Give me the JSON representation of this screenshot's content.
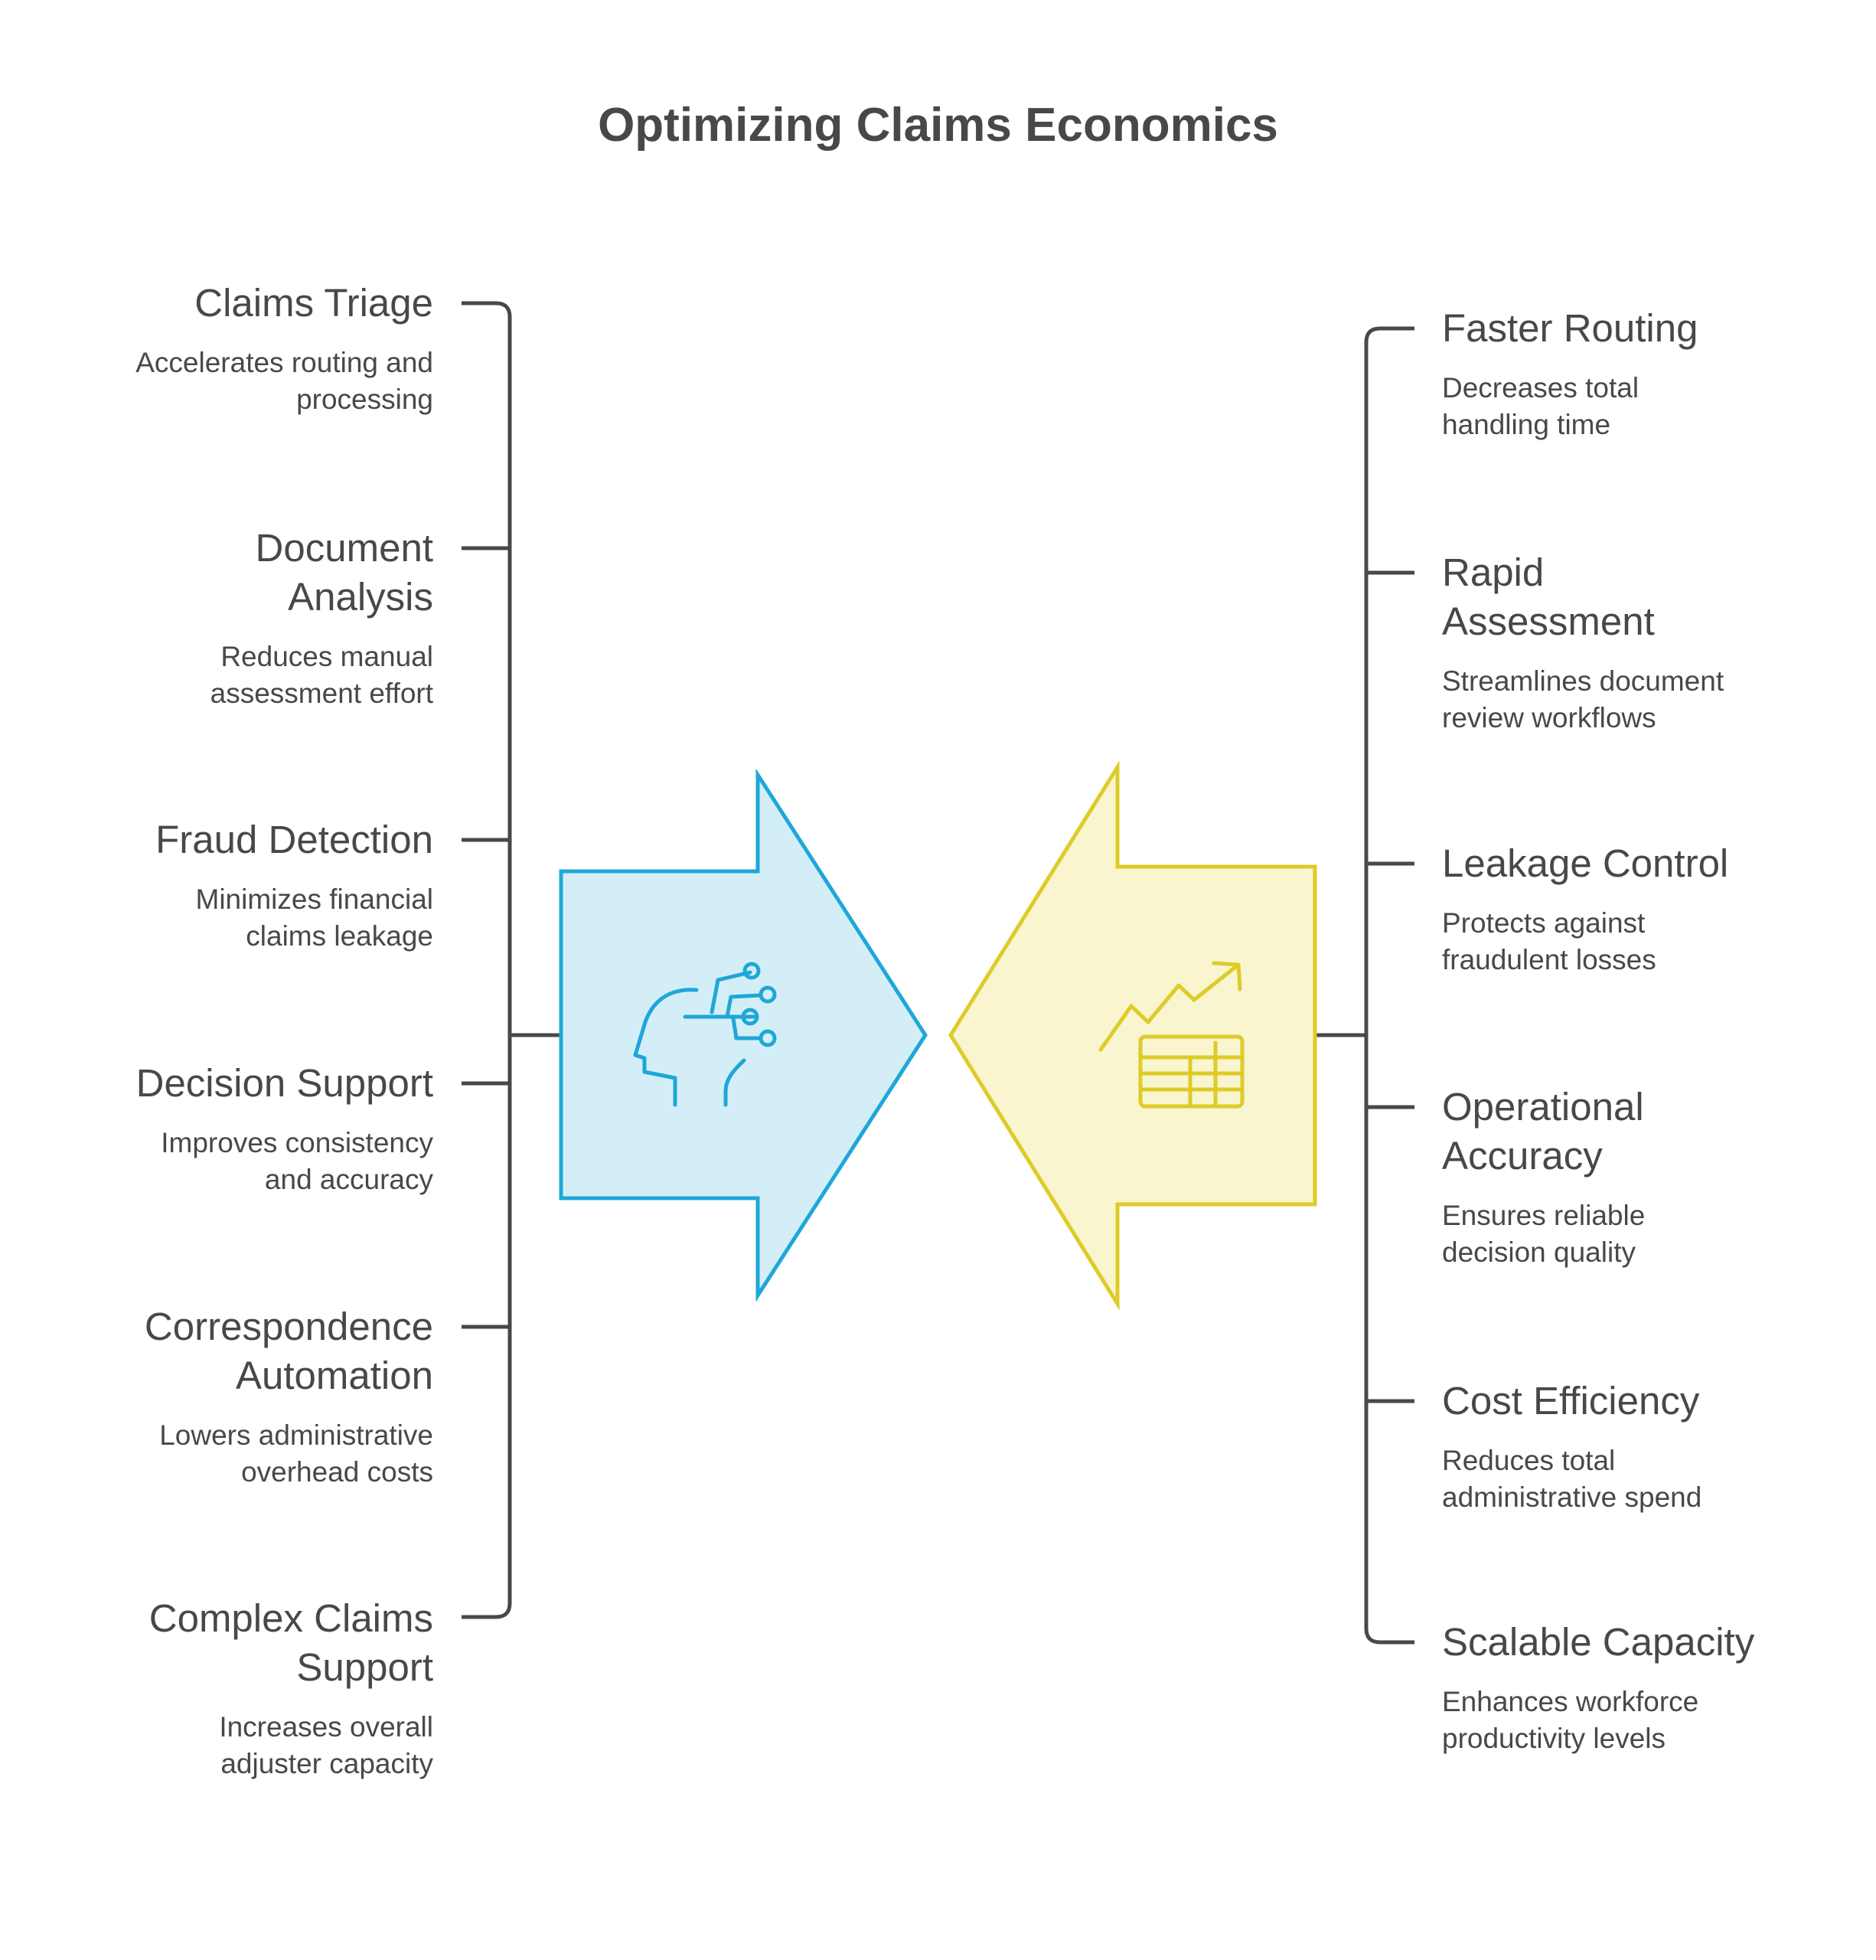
{
  "title": "Optimizing Claims Economics",
  "colors": {
    "line": "#484848",
    "left_arrow_fill": "#d4eef8",
    "left_arrow_stroke": "#1ea7d8",
    "right_arrow_fill": "#f8f5cf",
    "right_arrow_stroke": "#decb27"
  },
  "left_arrow_icon": "ai-head-icon",
  "right_arrow_icon": "growth-chart-table-icon",
  "left_items": [
    {
      "heading": "Claims Triage",
      "description": "Accelerates routing and processing"
    },
    {
      "heading": "Document Analysis",
      "description": "Reduces manual assessment effort"
    },
    {
      "heading": "Fraud Detection",
      "description": "Minimizes financial claims leakage"
    },
    {
      "heading": "Decision Support",
      "description": "Improves consistency and accuracy"
    },
    {
      "heading": "Correspondence Automation",
      "description": "Lowers administrative overhead costs"
    },
    {
      "heading": "Complex Claims Support",
      "description": "Increases overall adjuster capacity"
    }
  ],
  "right_items": [
    {
      "heading": "Faster Routing",
      "description": "Decreases total handling time"
    },
    {
      "heading": "Rapid Assessment",
      "description": "Streamlines document review workflows"
    },
    {
      "heading": "Leakage Control",
      "description": "Protects against fraudulent losses"
    },
    {
      "heading": "Operational Accuracy",
      "description": "Ensures reliable decision quality"
    },
    {
      "heading": "Cost Efficiency",
      "description": "Reduces total administrative spend"
    },
    {
      "heading": "Scalable Capacity",
      "description": "Enhances workforce productivity levels"
    }
  ]
}
